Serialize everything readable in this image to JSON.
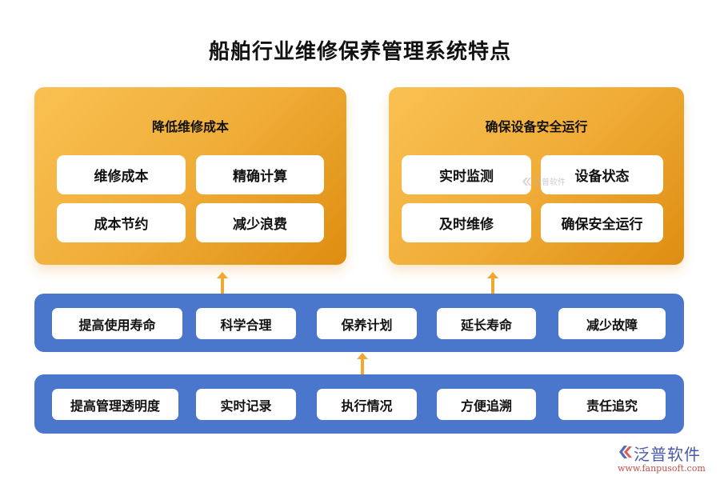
{
  "title": "船舶行业维修保养管理系统特点",
  "panels": [
    {
      "title": "降低维修成本",
      "items": [
        "维修成本",
        "精确计算",
        "成本节约",
        "减少浪费"
      ]
    },
    {
      "title": "确保设备安全运行",
      "items": [
        "实时监测",
        "设备状态",
        "及时维修",
        "确保安全运行"
      ]
    }
  ],
  "rows": [
    {
      "items": [
        "提高使用寿命",
        "科学合理",
        "保养计划",
        "延长寿命",
        "减少故障"
      ]
    },
    {
      "items": [
        "提高管理透明度",
        "实时记录",
        "执行情况",
        "方便追溯",
        "责任追究"
      ]
    }
  ],
  "watermark": {
    "center_text": "泛普软件",
    "logo_text": "泛普软件",
    "logo_url": "www.fanpusoft.com"
  },
  "colors": {
    "panel_orange": "#f0ad38",
    "row_blue": "#4a76cc",
    "arrow": "#f0a830"
  }
}
